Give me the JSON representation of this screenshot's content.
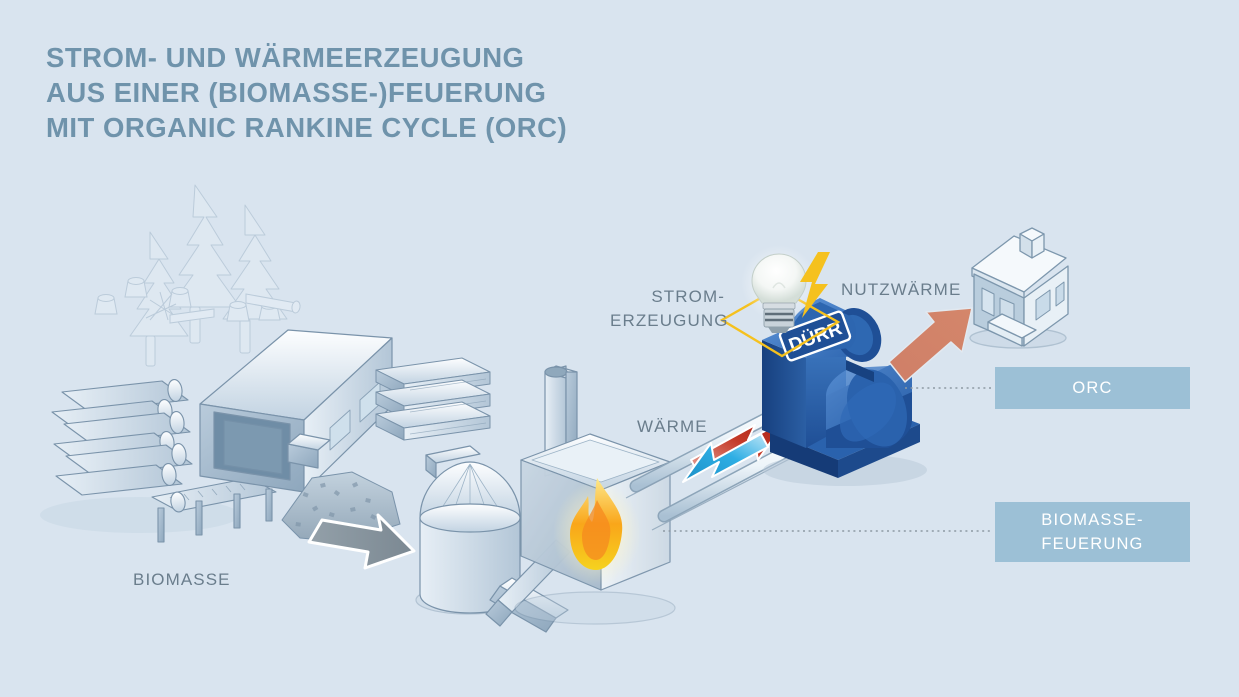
{
  "page": {
    "background_color": "#d9e4ef",
    "title_color": "#6f93ab",
    "label_color": "#6a7d8c",
    "callout_bg": "#9cc0d6",
    "callout_text_color": "#ffffff"
  },
  "title": {
    "line1": "STROM- UND WÄRMEERZEUGUNG",
    "line2": "AUS EINER (BIOMASSE-)FEUERUNG",
    "line3": "MIT ORGANIC RANKINE CYCLE (ORC)",
    "full": "STROM- UND WÄRMEERZEUGUNG\nAUS EINER (BIOMASSE-)FEUERUNG\nMIT ORGANIC RANKINE CYCLE (ORC)"
  },
  "labels": {
    "stromerzeugung": "STROM-\nERZEUGUNG",
    "nutzwaerme": "NUTZWÄRME",
    "waerme": "WÄRME",
    "biomasse": "BIOMASSE"
  },
  "callouts": [
    {
      "id": "orc",
      "text": "ORC"
    },
    {
      "id": "biomasse-feuerung",
      "text": "BIOMASSE-\nFEUERUNG"
    }
  ],
  "machine": {
    "brand": "DÜRR",
    "body_color": "#2a5fa8",
    "body_dark": "#1d4a8c",
    "body_light": "#3f7cc4"
  },
  "arrows": {
    "hot_supply_color": "#c0392b",
    "cold_return_color": "#29abe2",
    "useful_heat_color": "#d07a5f",
    "biomass_feed_color": "#8e9aa3",
    "electric_color": "#f5c11e"
  },
  "scene_elements": [
    "forest-trees",
    "tree-stumps",
    "felled-logs",
    "log-pile",
    "conveyor",
    "sawmill-building",
    "lumber-stack",
    "woodchip-pile",
    "silo",
    "furnace",
    "chimney",
    "feed-chute",
    "heat-pipes",
    "orc-unit",
    "lightbulb",
    "lightning-bolt",
    "house"
  ]
}
